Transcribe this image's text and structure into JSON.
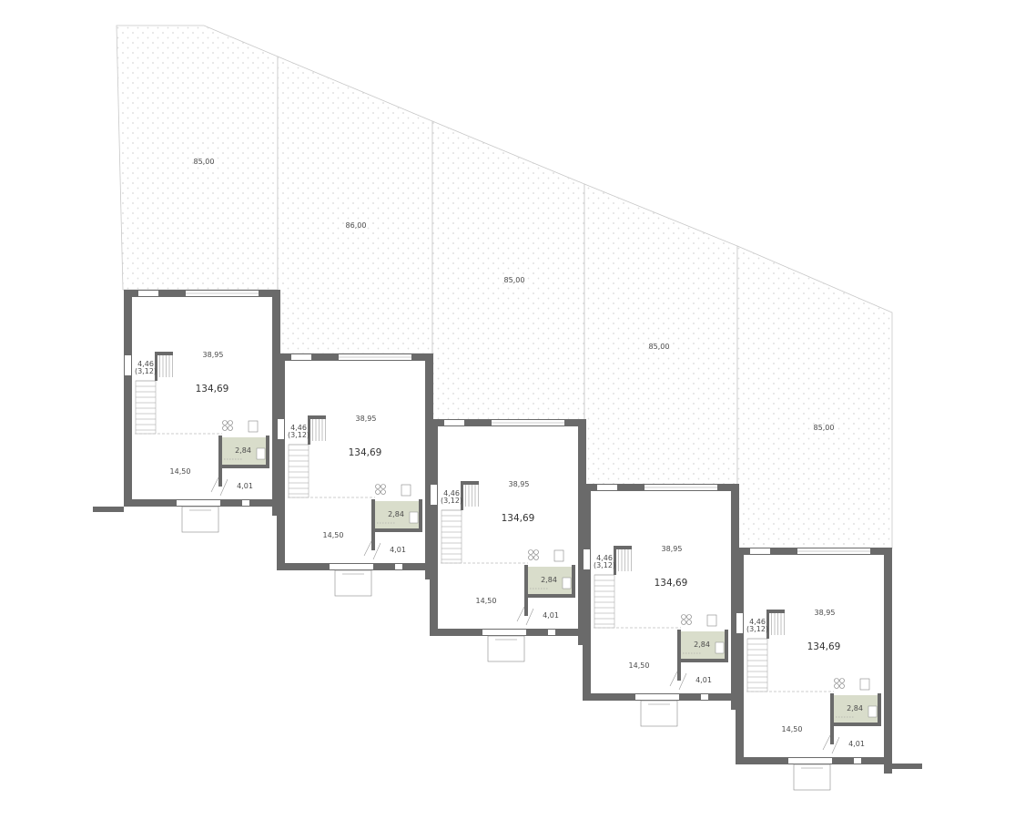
{
  "colors": {
    "wall": "#6a6a6a",
    "yard_fill": "#ffffff",
    "yard_dots": "#d4d4d4",
    "yard_line": "#c8c8c8",
    "bathroom": "#d9ddcb",
    "room_line": "#bdbdbd",
    "text": "#4a4a4a"
  },
  "yard_areas": [
    "85,00",
    "86,00",
    "85,00",
    "85,00",
    "85,00"
  ],
  "units": [
    {
      "total": "134,69",
      "living": "38,95",
      "stair": "4,46",
      "stair_sub": "(3,12)",
      "kitchen": "14,50",
      "bath": "2,84",
      "hall": "4,01"
    },
    {
      "total": "134,69",
      "living": "38,95",
      "stair": "4,46",
      "stair_sub": "(3,12)",
      "kitchen": "14,50",
      "bath": "2,84",
      "hall": "4,01"
    },
    {
      "total": "134,69",
      "living": "38,95",
      "stair": "4,46",
      "stair_sub": "(3,12)",
      "kitchen": "14,50",
      "bath": "2,84",
      "hall": "4,01"
    },
    {
      "total": "134,69",
      "living": "38,95",
      "stair": "4,46",
      "stair_sub": "(3,12)",
      "kitchen": "14,50",
      "bath": "2,84",
      "hall": "4,01"
    },
    {
      "total": "134,69",
      "living": "38,95",
      "stair": "4,46",
      "stair_sub": "(3,12)",
      "kitchen": "14,50",
      "bath": "2,84",
      "hall": "4,01"
    }
  ]
}
